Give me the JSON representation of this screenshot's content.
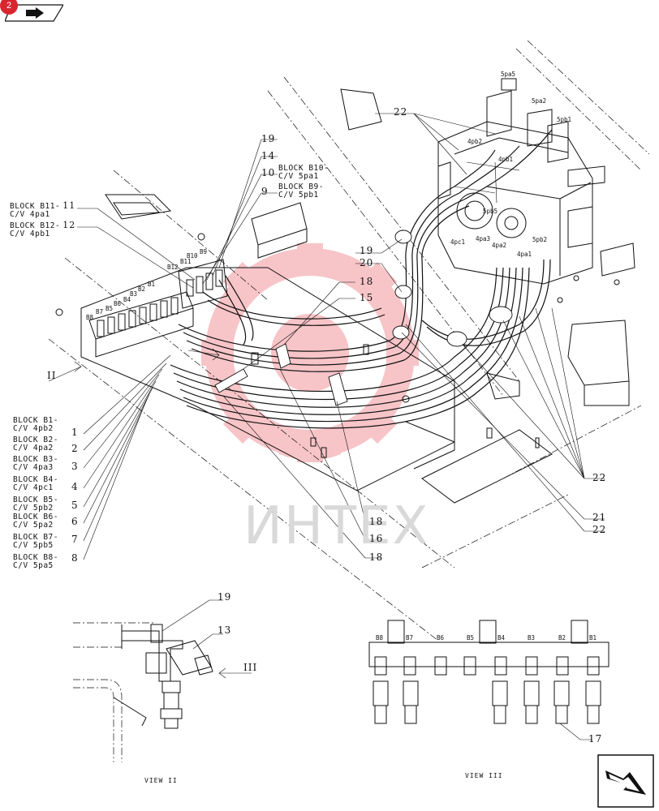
{
  "page": {
    "badge": "2",
    "watermark": "ИНТЕХ"
  },
  "block_labels": [
    {
      "id": "b11",
      "line1": "BLOCK B11-",
      "line2": "C/V 4pa1",
      "num": "11"
    },
    {
      "id": "b12",
      "line1": "BLOCK B12-",
      "line2": "C/V 4pb1",
      "num": "12"
    },
    {
      "id": "b10",
      "line1": "BLOCK B10-",
      "line2": "C/V 5pa1",
      "num": "10"
    },
    {
      "id": "b9",
      "line1": "BLOCK B9-",
      "line2": "C/V 5pb1",
      "num": "9"
    },
    {
      "id": "b1",
      "line1": "BLOCK B1-",
      "line2": "C/V 4pb2",
      "num": "1"
    },
    {
      "id": "b2",
      "line1": "BLOCK B2-",
      "line2": "C/V 4pa2",
      "num": "2"
    },
    {
      "id": "b3",
      "line1": "BLOCK B3-",
      "line2": "C/V 4pa3",
      "num": "3"
    },
    {
      "id": "b4",
      "line1": "BLOCK B4-",
      "line2": "C/V 4pc1",
      "num": "4"
    },
    {
      "id": "b5",
      "line1": "BLOCK B5-",
      "line2": "C/V 5pb2",
      "num": "5"
    },
    {
      "id": "b6",
      "line1": "BLOCK B6-",
      "line2": "C/V 5pa2",
      "num": "6"
    },
    {
      "id": "b7",
      "line1": "BLOCK B7-",
      "line2": "C/V 5pb5",
      "num": "7"
    },
    {
      "id": "b8",
      "line1": "BLOCK B8-",
      "line2": "C/V 5pa5",
      "num": "8"
    }
  ],
  "callouts": {
    "c19a": "19",
    "c14": "14",
    "c22a": "22",
    "c19b": "19",
    "c20": "20",
    "c18a": "18",
    "c15": "15",
    "c22b": "22",
    "c21": "21",
    "c22c": "22",
    "c18b": "18",
    "c16": "16",
    "c18c": "18",
    "c19c": "19",
    "c13": "13",
    "c17": "17",
    "view2_arrow": "II",
    "view3_arrow": "III"
  },
  "valve_ports": [
    "5pa5",
    "5pa2",
    "5pb1",
    "4pb2",
    "4pb1",
    "5pb5",
    "4pa3",
    "4pa2",
    "4pc1",
    "4pa1",
    "5pb2"
  ],
  "block_tags": [
    "B8",
    "B7",
    "B6",
    "B5",
    "B4",
    "B3",
    "B2",
    "B1",
    "B12",
    "B11",
    "B10",
    "B9"
  ],
  "view3_tags": [
    "B8",
    "B7",
    "B6",
    "B5",
    "B4",
    "B3",
    "B2",
    "B1"
  ],
  "views": {
    "view2": "VIEW II",
    "view3": "VIEW III"
  }
}
